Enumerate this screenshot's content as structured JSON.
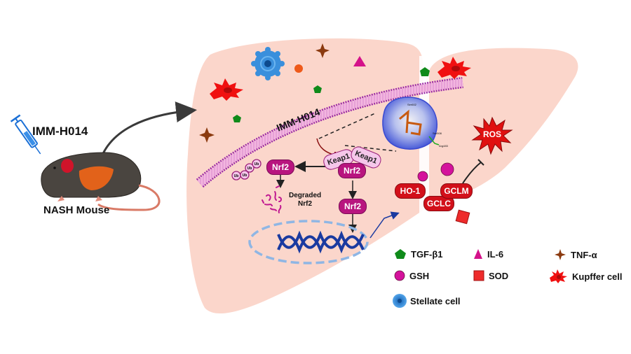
{
  "figure": {
    "type": "graphical-abstract",
    "subject": "IMM-H014 activates Nrf2 pathway in NASH liver"
  },
  "left_panel": {
    "drug_label": "IMM-H014",
    "model_label": "NASH Mouse",
    "icons": [
      "syringe-icon",
      "mouse-icon",
      "liver-icon"
    ]
  },
  "pathway": {
    "drug_label": "IMM-H014",
    "keap1_labels": [
      "Keap1",
      "Keap1"
    ],
    "nrf2_bound": "Nrf2",
    "nrf2_ub": "Nrf2",
    "nrf2_free": "Nrf2",
    "ub_labels": [
      "Ub",
      "Ub",
      "Ub",
      "Ub"
    ],
    "degraded_label_line1": "Degraded",
    "degraded_label_line2": "Nrf2",
    "targets": [
      "HO-1",
      "GCLC",
      "GCLM"
    ],
    "ros_label": "ROS",
    "docking_residues": [
      "Ser602",
      "Ser508",
      "Arg483"
    ]
  },
  "legend": {
    "items": [
      {
        "label": "TGF-β1",
        "icon": "pentagon",
        "color": "#0f8a1a"
      },
      {
        "label": "IL-6",
        "icon": "triangle",
        "color": "#d4128a"
      },
      {
        "label": "TNF-α",
        "icon": "star4",
        "color": "#8b3a0f"
      },
      {
        "label": "GSH",
        "icon": "circle",
        "color": "#d4129c"
      },
      {
        "label": "SOD",
        "icon": "square",
        "color": "#ee2b2b"
      },
      {
        "label": "Kupffer cell",
        "icon": "kupffer",
        "color": "#f01010"
      },
      {
        "label": "Stellate cell",
        "icon": "stellate",
        "color": "#3a8fdc"
      }
    ]
  },
  "colors": {
    "liver": "#fbd6cb",
    "membrane": "#9c2aa8",
    "nrf2": "#b8157f",
    "enzyme": "#d2101a",
    "dna": "#1a3aa0",
    "nucleus": "#8fb6e4"
  }
}
